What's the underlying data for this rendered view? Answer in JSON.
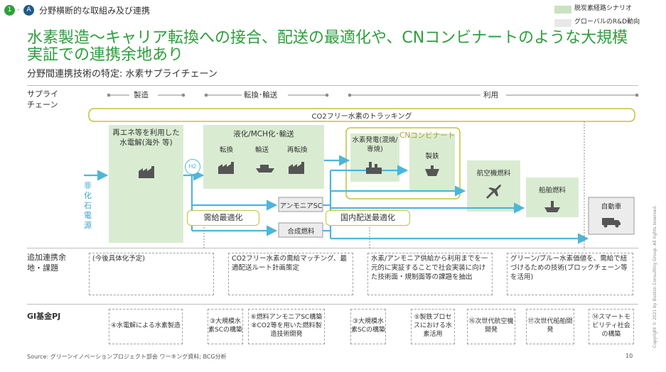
{
  "header": {
    "step_num": "1",
    "step_letter": "A",
    "section": "分野横断的な取組み及び連携",
    "legend": [
      {
        "label": "脱炭素経路シナリオ",
        "color": "#c9e2c0"
      },
      {
        "label": "グローバルのR&D動向",
        "color": "#e8e8e8"
      }
    ],
    "title": "水素製造〜キャリア転換への接合、配送の最適化や、CNコンビナートのような大規模実証での連携余地あり",
    "subtitle": "分野間連携技術の特定: 水素サプライチェーン"
  },
  "rows": {
    "supply_chain": "サプライチェーン",
    "additional": "追加連携余地・課題",
    "gi": "GI基金PJ"
  },
  "phases": {
    "production": "製造",
    "conversion": "転換･輸送",
    "use": "利用"
  },
  "tracking": "CO2フリー水素のトラッキング",
  "nodes": {
    "non_fossil": "非化石電源",
    "electrolysis": "再エネ等を利用した水電解(海外 等)",
    "h2": "H2",
    "carrier": "液化/MCH化･輸送",
    "conversion": "転換",
    "transport": "輸送",
    "reconversion": "再転換",
    "ammonia_sc": "アンモニアSC",
    "synthetic_fuel": "合成燃料",
    "supply_opt": "需給最適化",
    "domestic_opt": "国内配送最適化",
    "power": "水素発電(混焼/専焼)",
    "cn_combinat": "CNコンビナート",
    "steel": "製鉄",
    "aviation": "航空機燃料",
    "ship": "船舶燃料",
    "car": "自動車"
  },
  "additional": [
    "(今後具体化予定)",
    "CO2フリー水素の需給マッチング、最適配送ルート計画策定",
    "水素/アンモニア供給から利用までを一元的に実証することで社会実装に向けた技術面・規制面等の課題を抽出",
    "グリーン/ブルー水素価値を、需給で紐づけるための技術(ブロックチェーン等を活用)"
  ],
  "gi": [
    "④水電解による水素製造",
    "③大規模水素SCの構築",
    "⑥燃料アンモニアSC構築⑧CO2等を用いた燃料製造技術開発",
    "③大規模水素SCの構築",
    "⑤製鉄プロセスにおける水素活用",
    "⑯次世代航空機開発",
    "⑰次世代船舶開発",
    "⑭スマートモビリティ社会の構築"
  ],
  "footer": {
    "source": "Source: グリーンイノベーションプロジェクト部会 ワーキング資料; BCG分析",
    "page": "10",
    "copyright": "Copyright © 2021 by Boston Consulting Group. All rights reserved."
  }
}
